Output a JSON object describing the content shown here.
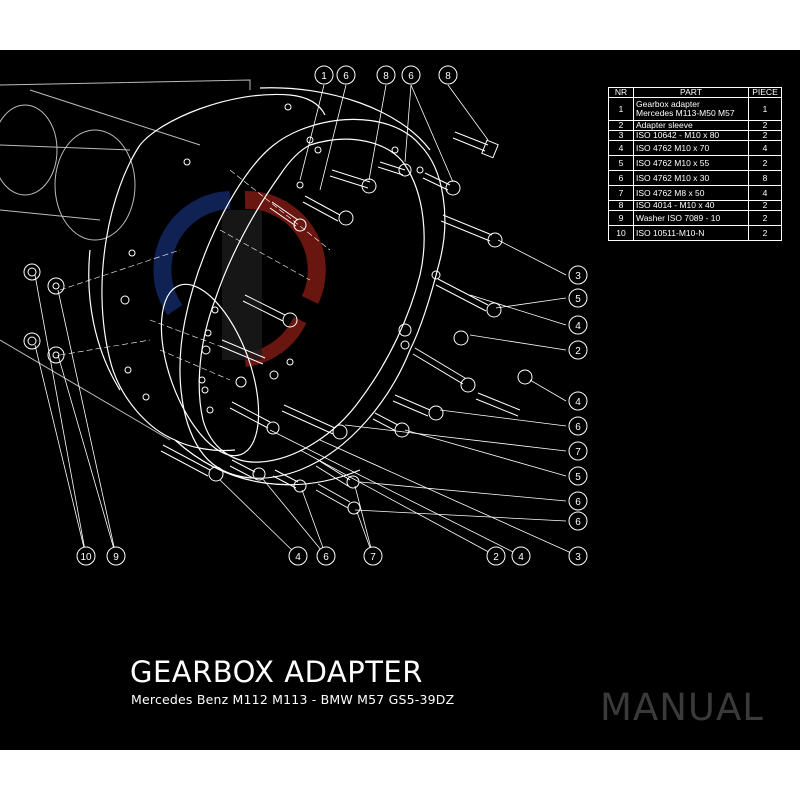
{
  "parts_table": {
    "headers": [
      "NR",
      "PART",
      "PIECE"
    ],
    "rows": [
      {
        "nr": "1",
        "part": [
          "Gearbox adapter",
          "Mercedes M113-M50 M57"
        ],
        "piece": "1"
      },
      {
        "nr": "2",
        "part": [
          "Adapter sleeve"
        ],
        "piece": "2"
      },
      {
        "nr": "3",
        "part": [
          "ISO 10642 - M10 x 80"
        ],
        "piece": "2"
      },
      {
        "nr": "4",
        "part": [
          "ISO 4762 M10 x 70"
        ],
        "piece": "4"
      },
      {
        "nr": "5",
        "part": [
          "ISO 4762 M10 x 55"
        ],
        "piece": "2"
      },
      {
        "nr": "6",
        "part": [
          "ISO 4762 M10 x 30"
        ],
        "piece": "8"
      },
      {
        "nr": "7",
        "part": [
          "ISO 4762 M8 x 50"
        ],
        "piece": "4"
      },
      {
        "nr": "8",
        "part": [
          "ISO 4014 - M10 x 40"
        ],
        "piece": "2"
      },
      {
        "nr": "9",
        "part": [
          "Washer ISO 7089 - 10"
        ],
        "piece": "2"
      },
      {
        "nr": "10",
        "part": [
          "ISO 10511-M10-N"
        ],
        "piece": "2"
      }
    ]
  },
  "callouts": {
    "top": [
      "1",
      "6",
      "8",
      "6",
      "8"
    ],
    "right": [
      "3",
      "5",
      "4",
      "2",
      "4",
      "6",
      "7",
      "5",
      "6",
      "6"
    ],
    "bottom": [
      "10",
      "9",
      "4",
      "6",
      "7",
      "2",
      "4",
      "3"
    ]
  },
  "title": "GEARBOX ADAPTER",
  "subtitle": "Mercedes Benz M112 M113 - BMW M57 GS5-39DZ",
  "watermark": "MANUAL",
  "colors": {
    "background": "#000000",
    "line": "#ffffff",
    "watermark": "#3a3a3a",
    "logo_red": "#c0281e",
    "logo_blue": "#1e3c9a"
  }
}
